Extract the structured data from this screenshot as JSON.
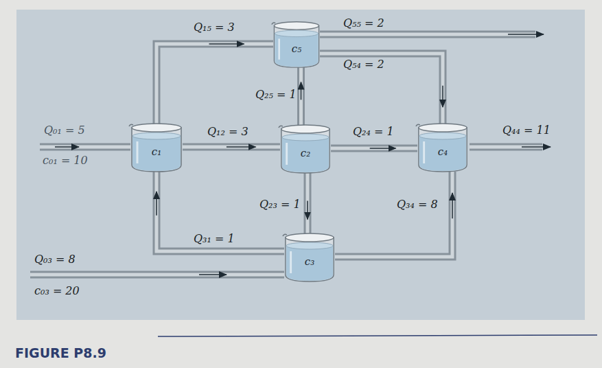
{
  "diagram": {
    "caption": "FIGURE P8.9",
    "nodes": [
      {
        "text": [
          "c₅"
        ]
      },
      {
        "text": [
          "c₁"
        ]
      },
      {
        "text": [
          "c₂"
        ]
      },
      {
        "text": [
          "c₄"
        ]
      },
      {
        "text": [
          "c₃"
        ]
      }
    ],
    "edges": [
      {
        "from": 1,
        "to": 0,
        "arrow": "to",
        "label": "Q₁₅ = 3"
      },
      {
        "from": 0,
        "to": 3,
        "arrow": "to",
        "label": "Q₅₄ = 2"
      },
      {
        "from": 2,
        "to": 0,
        "arrow": "to",
        "label": "Q₂₅ = 1"
      },
      {
        "from": 1,
        "to": 2,
        "arrow": "to",
        "label": "Q₁₂ = 3"
      },
      {
        "from": 2,
        "to": 3,
        "arrow": "to",
        "label": "Q₂₄ = 1"
      },
      {
        "from": 2,
        "to": 4,
        "arrow": "to",
        "label": "Q₂₃ = 1"
      },
      {
        "from": 4,
        "to": 3,
        "arrow": "to",
        "label": "Q₃₄ = 8"
      },
      {
        "from": 4,
        "to": 1,
        "arrow": "to",
        "label": "Q₃₁ = 1"
      }
    ],
    "labels": [
      "Q₀₁ = 5",
      "c₀₁ = 10",
      "Q₀₃ = 8",
      "c₀₃ = 20",
      "Q₅₅ = 2",
      "Q₄₄ = 11"
    ]
  }
}
